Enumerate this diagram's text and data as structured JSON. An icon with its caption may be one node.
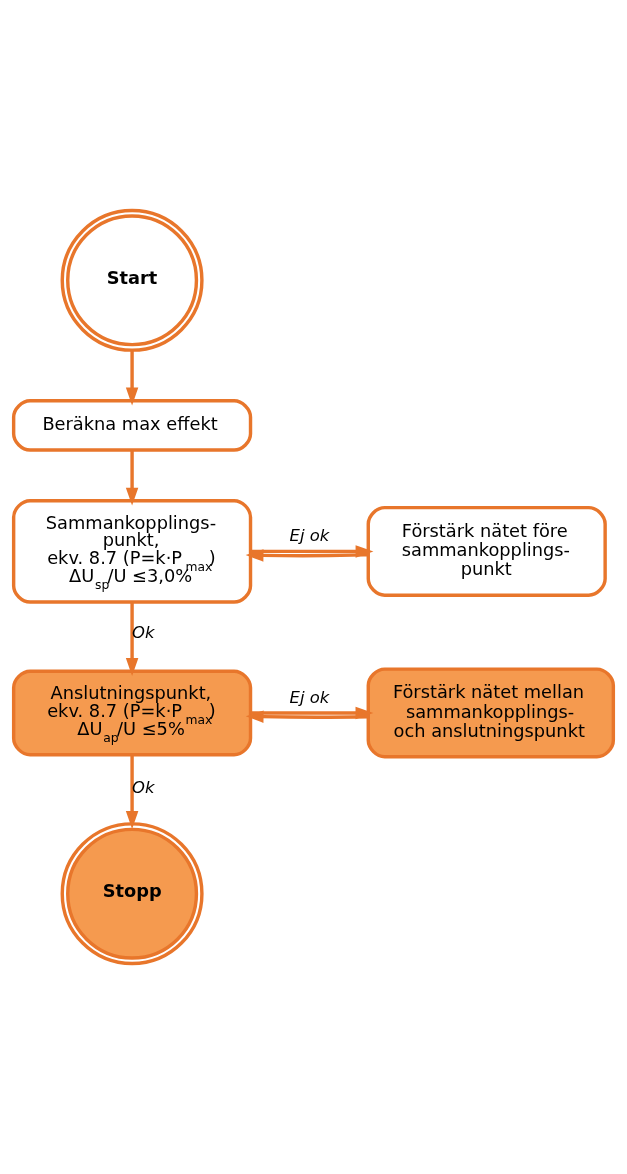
{
  "diagram": {
    "nodes": [
      {
        "text": [
          "Start"
        ]
      },
      {
        "text": [
          "Beräkna max effekt"
        ]
      },
      {
        "text": [
          "Förstärk nätet före sammankopplings- punkt"
        ]
      },
      {
        "text": [
          "Sammankopplings- punkt, ekv. 8.7 (P=k·P$_{max}$) ΔU$_{sp}$/U ≤3,0%"
        ]
      },
      {
        "text": [
          "Förstärk nätet mellan sammankopplings- och anslutningspunkt"
        ]
      },
      {
        "text": [
          "Anslutningspunkt, ekv. 8.7 (P=k·P$_{max}$) ΔU$_{ap}$/U ≤5%"
        ]
      },
      {
        "text": [
          "Stopp"
        ]
      }
    ],
    "edges": [
      {
        "from": 0,
        "to": 1,
        "arrow": "to"
      },
      {
        "from": 1,
        "to": 3,
        "arrow": "to"
      },
      {
        "from": 2,
        "to": 3,
        "arrow": "to"
      },
      {
        "from": 3,
        "to": 2,
        "arrow": "to",
        "label": "Ej ok"
      },
      {
        "from": 3,
        "to": 5,
        "arrow": "to",
        "label": "Ok"
      },
      {
        "from": 4,
        "to": 5,
        "arrow": "to"
      },
      {
        "from": 5,
        "to": 4,
        "arrow": "to",
        "label": "Ej ok"
      },
      {
        "from": 5,
        "to": 6,
        "arrow": "to",
        "label": "Ok"
      }
    ]
  }
}
